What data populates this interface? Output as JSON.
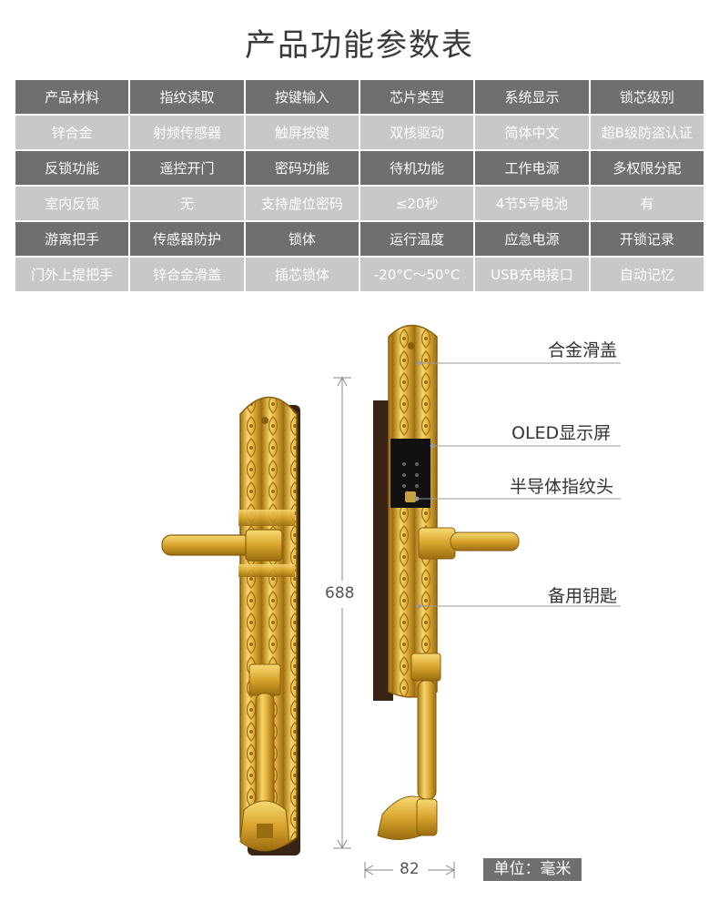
{
  "title": "产品功能参数表",
  "table": {
    "rows": [
      {
        "kind": "hdr",
        "cells": [
          "产品材料",
          "指纹读取",
          "按键输入",
          "芯片类型",
          "系统显示",
          "锁芯级别"
        ]
      },
      {
        "kind": "val",
        "cells": [
          "锌合金",
          "射频传感器",
          "触屏按键",
          "双核驱动",
          "简体中文",
          "超B级防盗认证"
        ]
      },
      {
        "kind": "hdr",
        "cells": [
          "反锁功能",
          "遥控开门",
          "密码功能",
          "待机功能",
          "工作电源",
          "多权限分配"
        ]
      },
      {
        "kind": "val",
        "cells": [
          "室内反锁",
          "无",
          "支持虚位密码",
          "≤20秒",
          "4节5号电池",
          "有"
        ]
      },
      {
        "kind": "hdr",
        "cells": [
          "游离把手",
          "传感器防护",
          "锁体",
          "运行温度",
          "应急电源",
          "开锁记录"
        ]
      },
      {
        "kind": "val",
        "cells": [
          "门外上提把手",
          "锌合金滑盖",
          "插芯锁体",
          "-20°C～50°C",
          "USB充电接口",
          "自动记忆"
        ]
      }
    ]
  },
  "callouts": {
    "slide_cover": "合金滑盖",
    "display": "OLED显示屏",
    "fingerprint": "半导体指纹头",
    "spare_key": "备用钥匙"
  },
  "dimensions": {
    "height": "688",
    "width": "82",
    "unit": "单位：毫米"
  },
  "colors": {
    "header_bg": "#6f6f6f",
    "value_bg": "#c8c8c8",
    "gold": "#e0b43a",
    "gold_dark": "#9c6f12"
  }
}
